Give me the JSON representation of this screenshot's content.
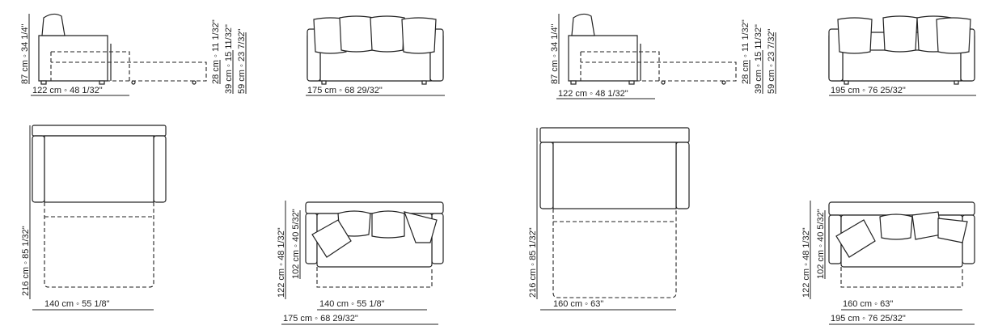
{
  "views": {
    "side_a": {
      "height": "87 cm ◦ 34 1/4\"",
      "depth": "122 cm ◦ 48 1/32\"",
      "h1": "28 cm ◦ 11 1/32\"",
      "h2": "39 cm ◦ 15 11/32\"",
      "h3": "59 cm ◦ 23 7/32\""
    },
    "front_a": {
      "width": "175 cm ◦ 68 29/32\""
    },
    "side_b": {
      "height": "87 cm ◦ 34 1/4\"",
      "depth": "122 cm ◦ 48 1/32\"",
      "h1": "28 cm ◦ 11 1/32\"",
      "h2": "39 cm ◦ 15 11/32\"",
      "h3": "59 cm ◦ 23 7/32\""
    },
    "front_b": {
      "width": "195 cm ◦ 76 25/32\""
    },
    "plan_open_a": {
      "length": "216 cm ◦ 85 1/32\"",
      "bed_width": "140 cm ◦ 55 1/8\""
    },
    "plan_closed_a": {
      "depth": "122 cm ◦ 48 1/32\"",
      "seat_depth": "102 cm ◦ 40 5/32\"",
      "bed_width": "140 cm ◦ 55 1/8\"",
      "width": "175 cm ◦ 68 29/32\""
    },
    "plan_open_b": {
      "length": "216 cm ◦ 85 1/32\"",
      "bed_width": "160 cm ◦ 63\""
    },
    "plan_closed_b": {
      "depth": "122 cm ◦ 48 1/32\"",
      "seat_depth": "102 cm ◦ 40 5/32\"",
      "bed_width": "160 cm ◦ 63\"",
      "width": "195 cm ◦ 76 25/32\""
    }
  }
}
